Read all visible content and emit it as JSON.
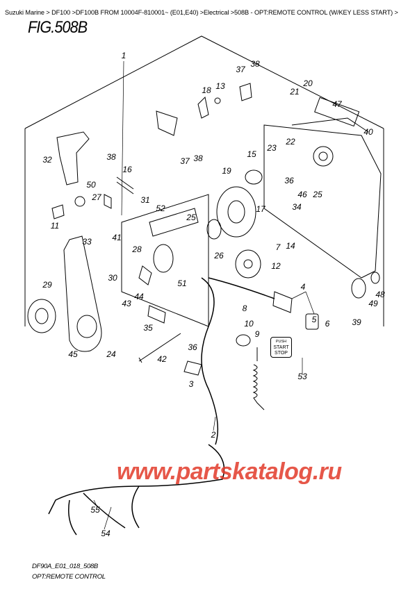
{
  "breadcrumb": [
    {
      "label": "Suzuki Marine",
      "sep": " > "
    },
    {
      "label": "DF100",
      "sep": " >"
    },
    {
      "label": "DF100B FROM 10004F-810001~ (E01,E40)",
      "sep": " >"
    },
    {
      "label": "Electrical",
      "sep": " >"
    },
    {
      "label": "508B - OPT:REMOTE CONTROL (W/KEY LESS START)",
      "sep": " >"
    }
  ],
  "figure_title": "FIG.508B",
  "button_label": {
    "line1": "PUSH",
    "line2": "START",
    "line3": "STOP"
  },
  "watermark": "www.partskatalog.ru",
  "footer": {
    "code": "DF90A_E01_018_508B",
    "caption": "OPT:REMOTE CONTROL"
  },
  "callouts": [
    "1",
    "37",
    "38",
    "18",
    "13",
    "21",
    "20",
    "47",
    "40",
    "32",
    "38",
    "16",
    "37",
    "38",
    "15",
    "23",
    "22",
    "19",
    "50",
    "27",
    "31",
    "52",
    "36",
    "46",
    "25",
    "34",
    "17",
    "25",
    "11",
    "33",
    "41",
    "28",
    "7",
    "14",
    "26",
    "12",
    "29",
    "30",
    "43",
    "44",
    "51",
    "4",
    "8",
    "48",
    "49",
    "39",
    "5",
    "6",
    "10",
    "9",
    "45",
    "24",
    "35",
    "36",
    "42",
    "3",
    "53",
    "2",
    "55",
    "54"
  ]
}
